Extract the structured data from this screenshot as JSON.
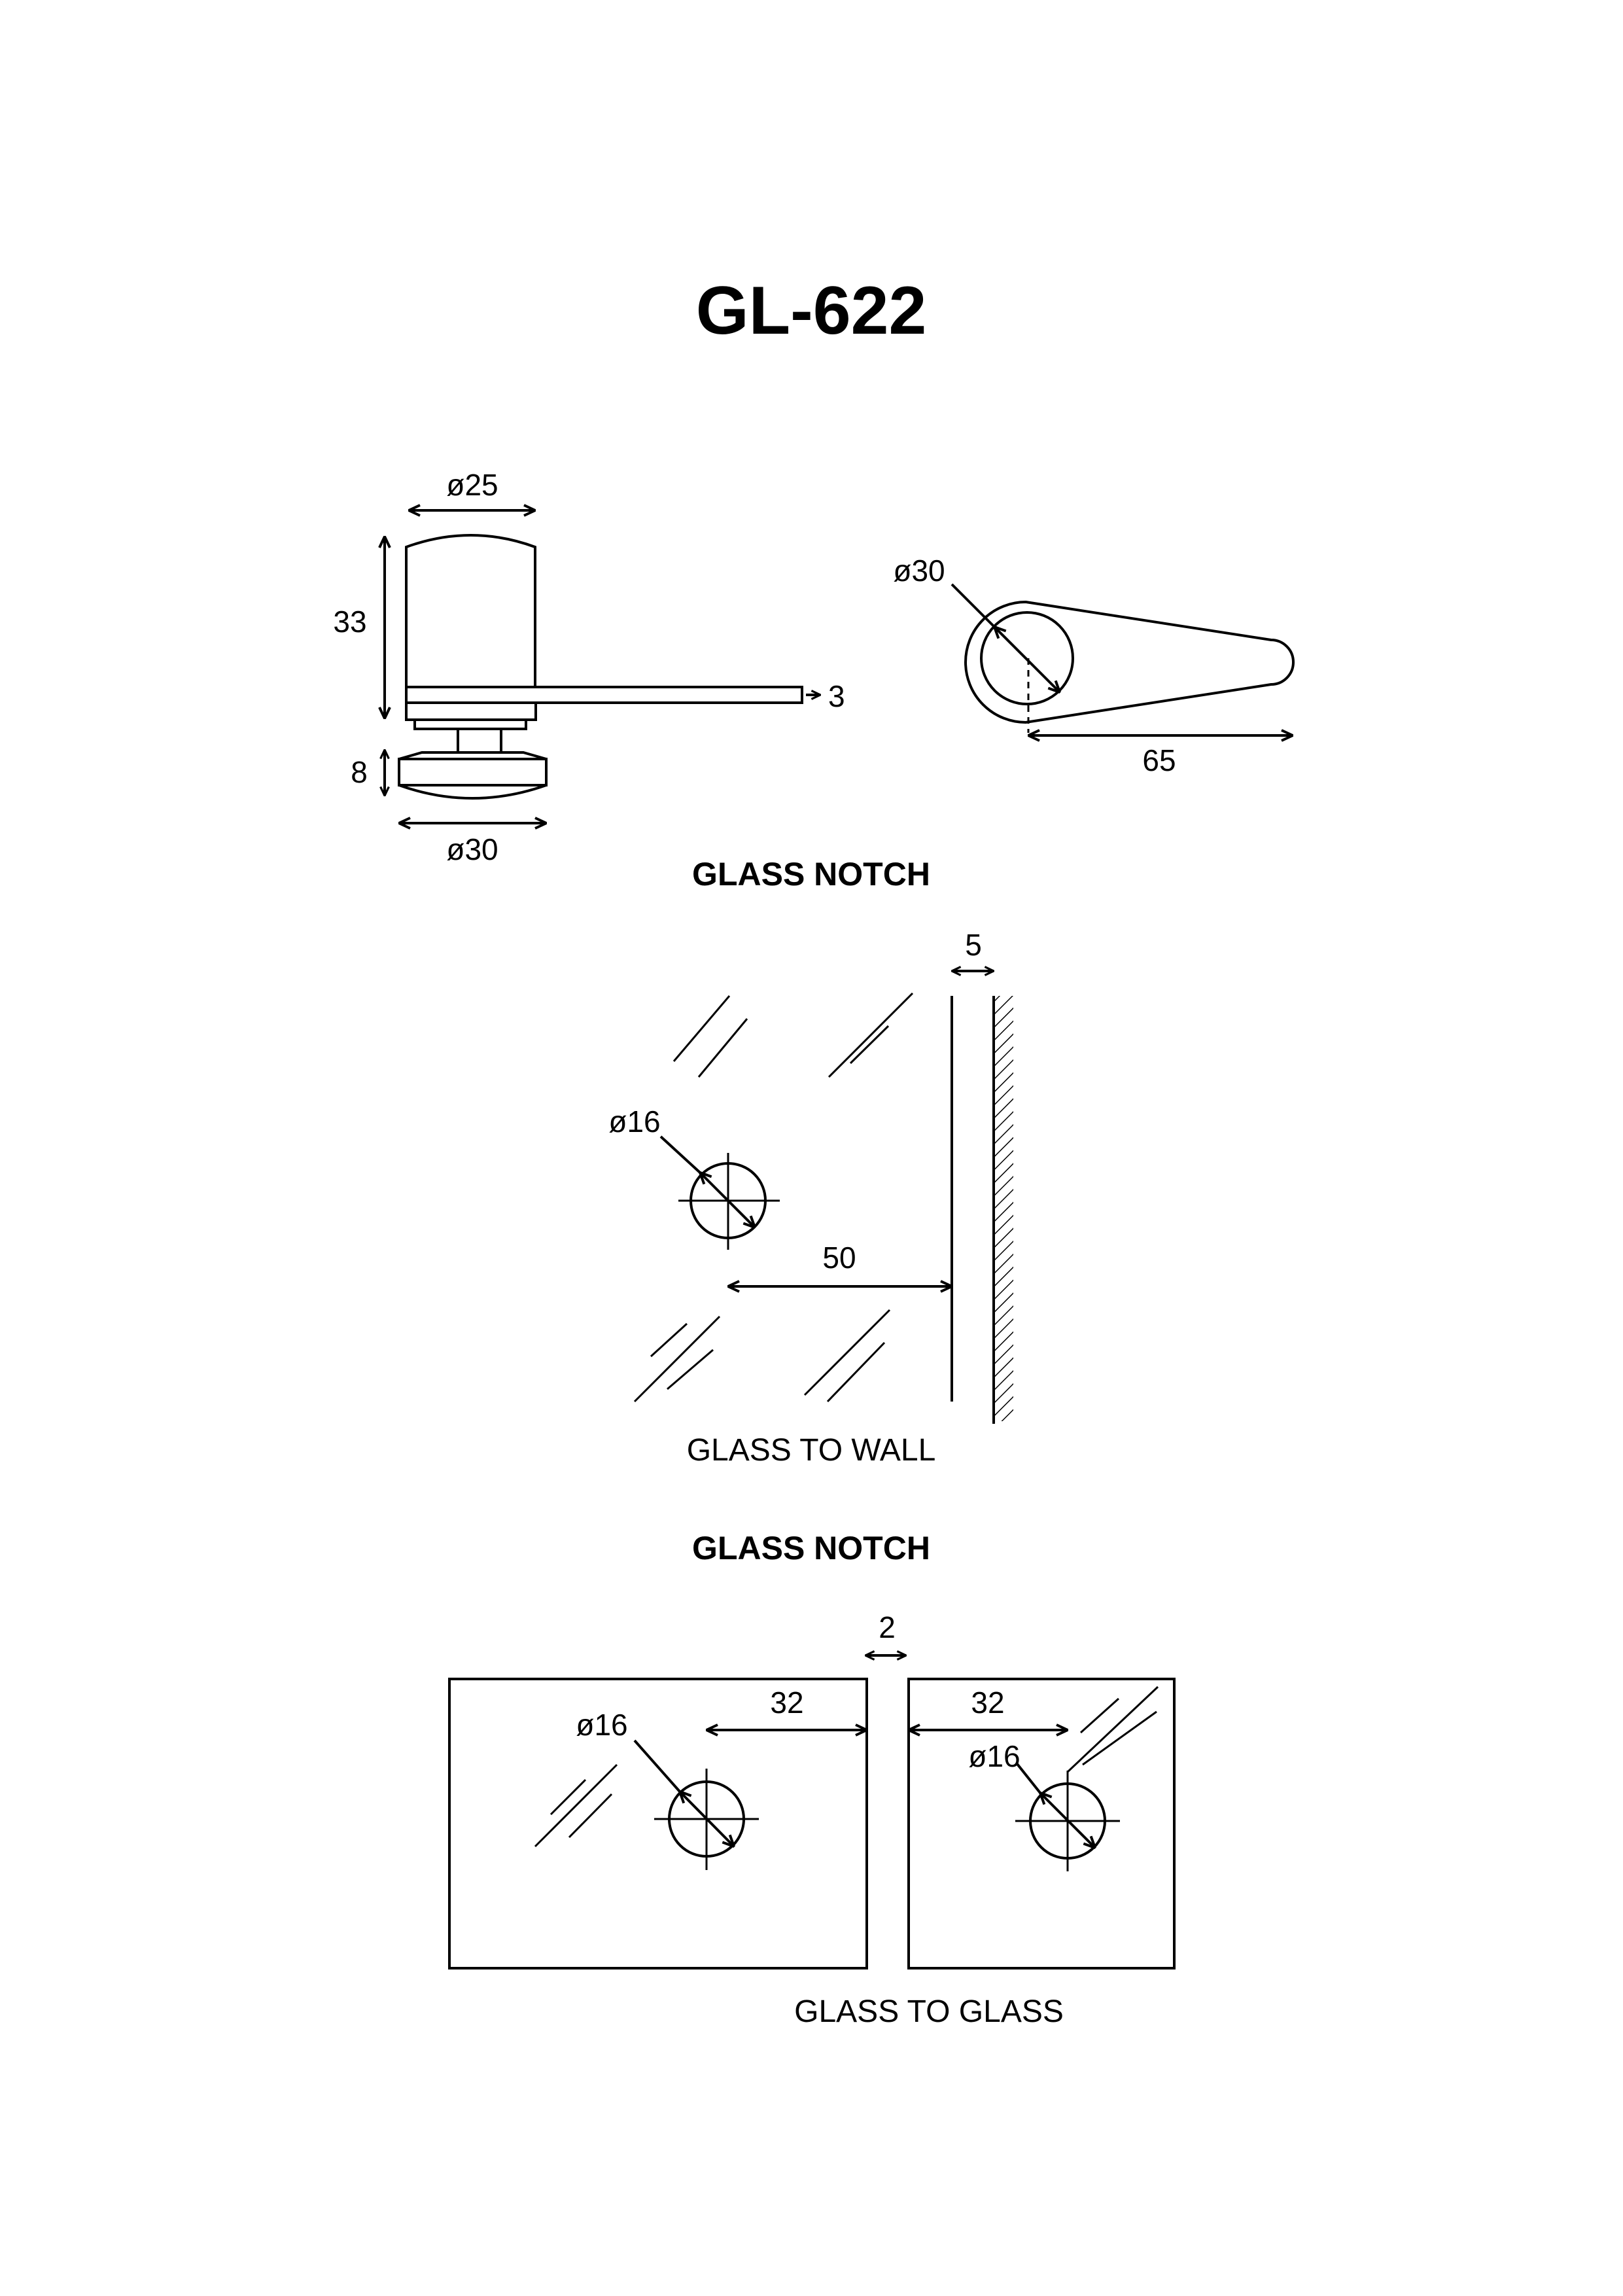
{
  "title": "GL-622",
  "fitting": {
    "side_top_diameter": "ø25",
    "side_height": "33",
    "plate_thickness": "3",
    "base_height": "8",
    "base_diameter": "ø30",
    "plan_diameter": "ø30",
    "plan_length": "65"
  },
  "glass_to_wall": {
    "heading": "GLASS NOTCH",
    "gap": "5",
    "hole_diameter": "ø16",
    "hole_offset": "50",
    "caption": "GLASS TO WALL"
  },
  "glass_to_glass": {
    "heading": "GLASS NOTCH",
    "gap": "2",
    "left_offset": "32",
    "right_offset": "32",
    "left_hole_diameter": "ø16",
    "right_hole_diameter": "ø16",
    "caption": "GLASS TO GLASS"
  }
}
